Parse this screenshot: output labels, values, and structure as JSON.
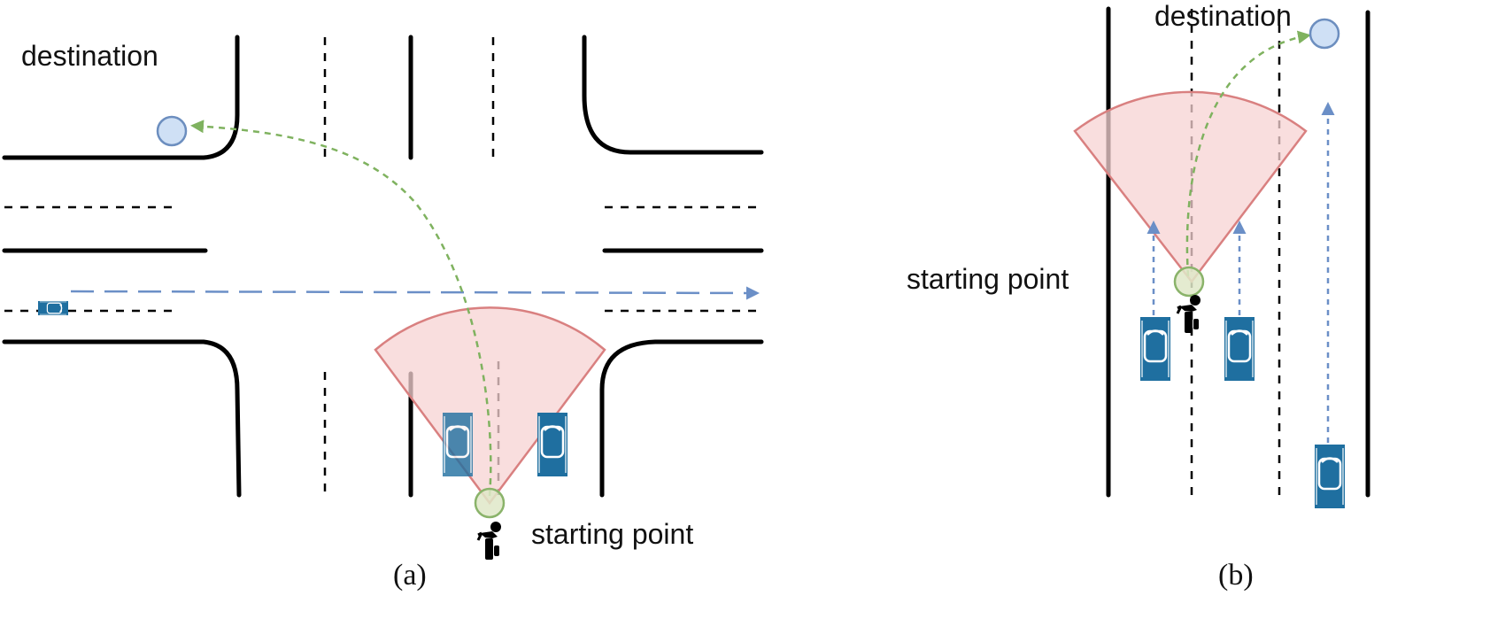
{
  "panels": [
    {
      "id": "a",
      "caption": "(a)",
      "destination_label": "destination",
      "start_label": "starting point"
    },
    {
      "id": "b",
      "caption": "(b)",
      "destination_label": "destination",
      "start_label": "starting point"
    }
  ],
  "colors": {
    "road": "#000000",
    "vehicle": "#1f6fa0",
    "vehicle_path": "#6b8fc7",
    "cyclist_path": "#7fb25f",
    "field_of_view_fill": "#f7d3d3",
    "field_of_view_stroke": "#d98080",
    "destination_fill": "#cfe0f5",
    "destination_stroke": "#6c8ebf",
    "start_fill": "#dfe8c8",
    "start_stroke": "#8ab36a"
  },
  "icons": {
    "cyclist": "cyclist-icon",
    "car": "car-icon"
  }
}
